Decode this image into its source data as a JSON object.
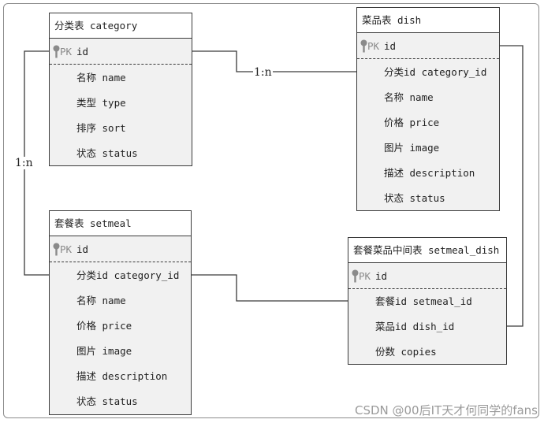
{
  "entities": {
    "category": {
      "title": "分类表 category",
      "pk_label": "PK",
      "pk_field": "id",
      "fields": [
        "名称 name",
        "类型 type",
        "排序 sort",
        "状态 status"
      ]
    },
    "dish": {
      "title": "菜品表 dish",
      "pk_label": "PK",
      "pk_field": "id",
      "fields": [
        "分类id category_id",
        "名称 name",
        "价格 price",
        "图片 image",
        "描述 description",
        "状态 status"
      ]
    },
    "setmeal": {
      "title": "套餐表 setmeal",
      "pk_label": "PK",
      "pk_field": "id",
      "fields": [
        "分类id category_id",
        "名称 name",
        "价格 price",
        "图片 image",
        "描述 description",
        "状态 status"
      ]
    },
    "setmeal_dish": {
      "title": "套餐菜品中间表 setmeal_dish",
      "pk_label": "PK",
      "pk_field": "id",
      "fields": [
        "套餐id setmeal_id",
        "菜品id dish_id",
        "份数 copies"
      ]
    }
  },
  "relations": {
    "category_dish": "1:n",
    "category_setmeal": "1:n"
  },
  "watermark": "CSDN @00后IT天才何同学的fans",
  "colors": {
    "border": "#3a3a3a",
    "entity_fill": "#f1f1f1",
    "header_fill": "#ffffff"
  }
}
